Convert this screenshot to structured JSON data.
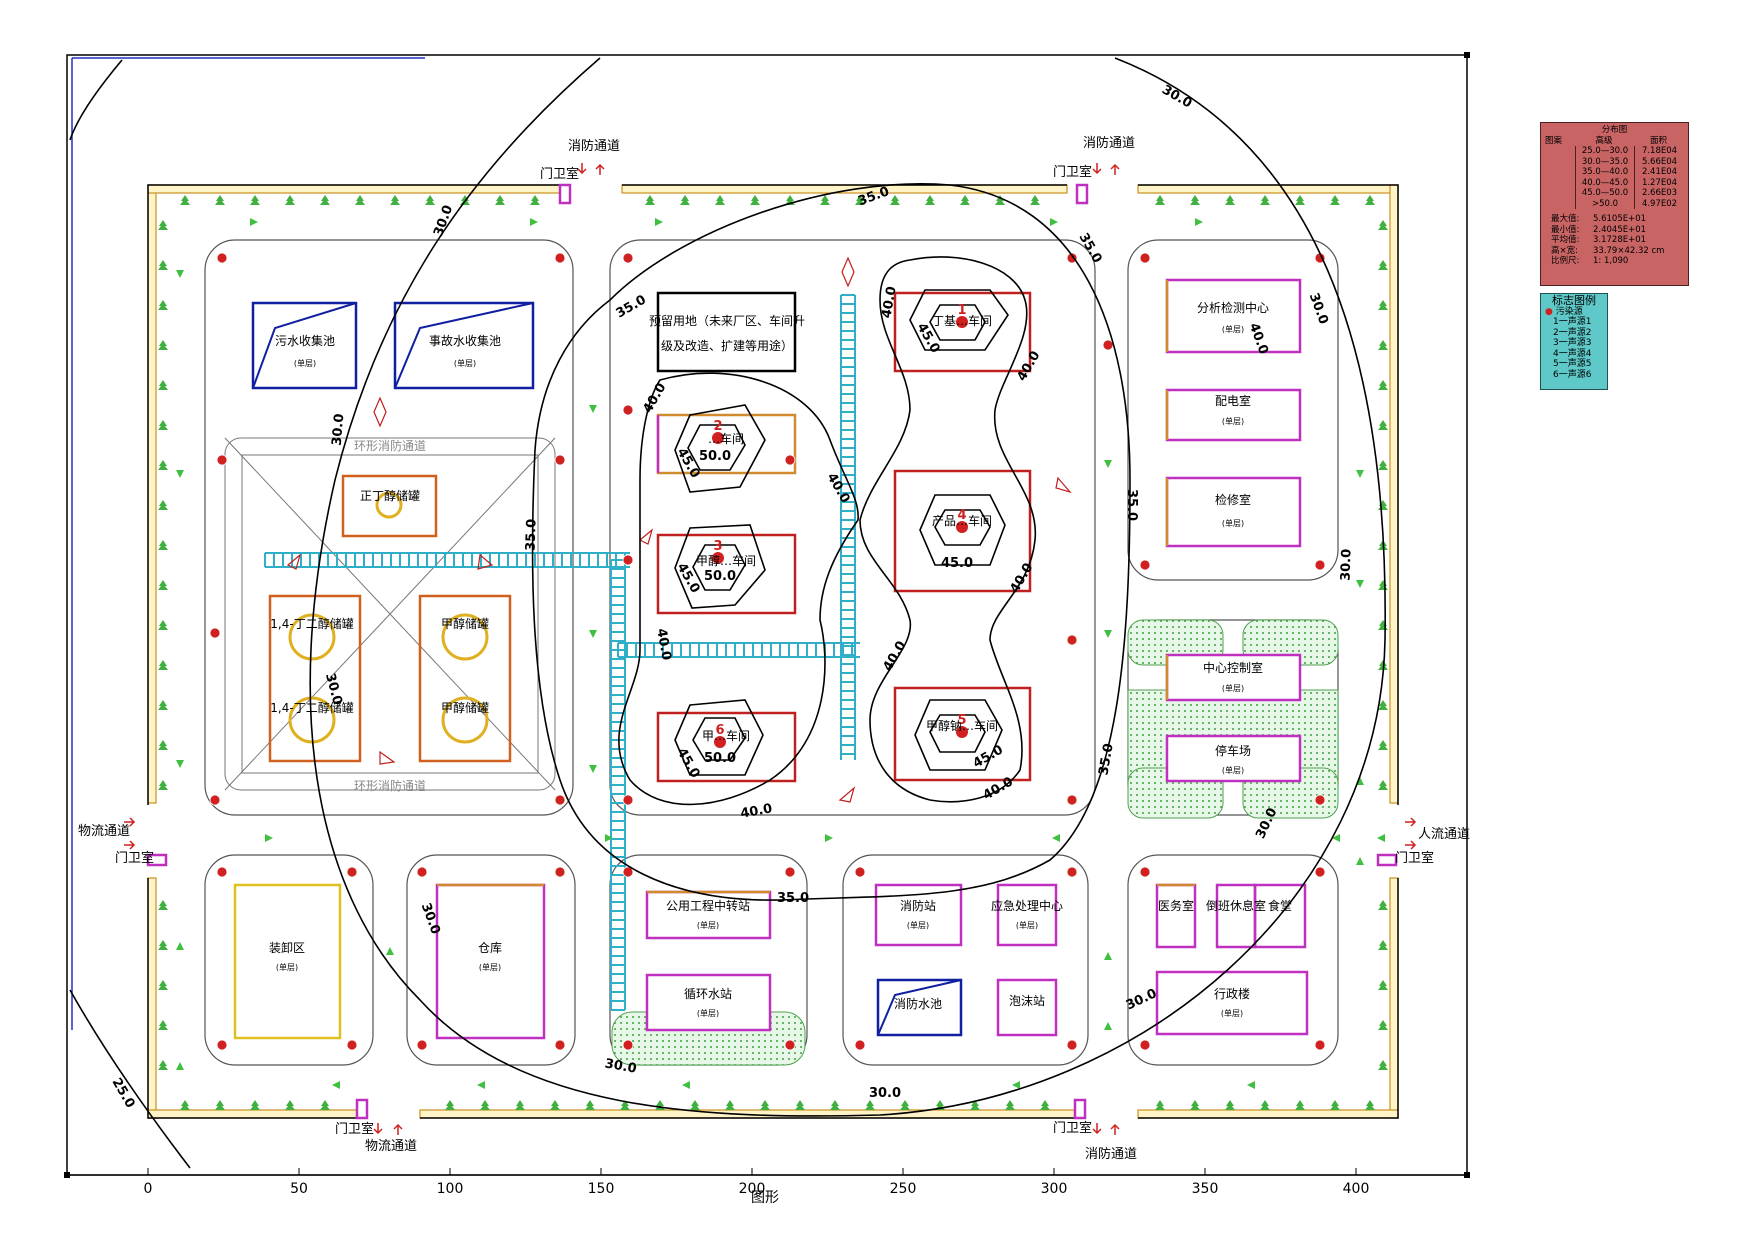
{
  "axis": {
    "x_ticks": [
      "0",
      "50",
      "100",
      "150",
      "200",
      "250",
      "300",
      "350",
      "400"
    ],
    "x_label": "图形"
  },
  "gates": {
    "fire_lane_top_left": "消防通道",
    "fire_lane_top_right": "消防通道",
    "guard_top_left": "门卫室",
    "guard_top_right": "门卫室",
    "logistics_left": "物流通道",
    "guard_left": "门卫室",
    "people_right": "人流通道",
    "guard_right": "门卫室",
    "guard_bottom_left": "门卫室",
    "logistics_bottom": "物流通道",
    "guard_bottom_right": "门卫室",
    "fire_lane_bottom_right": "消防通道"
  },
  "buildings": {
    "sewage_pool": "污水收集池",
    "accident_pool": "事故水收集池",
    "reserved_land": [
      "预留用地（未来厂区、车间升",
      "级及改造、扩建等用途）"
    ],
    "workshop_1": "丁基…车间",
    "workshop_2": "…车间",
    "workshop_3": "甲醇…车间",
    "workshop_4": "产品…车间",
    "workshop_5": "甲醇钠…车间",
    "workshop_6": "甲…车间",
    "tank_crude": "正丁醇储罐",
    "tank_butanediol_1": "1,4-丁二醇储罐",
    "tank_butanediol_2": "1,4-丁二醇储罐",
    "tank_methanol_1": "甲醇储罐",
    "tank_methanol_2": "甲醇储罐",
    "tank_area_road": "环形消防通道",
    "analysis_center": "分析检测中心",
    "power_room": "配电室",
    "repair_room": "检修室",
    "control_room": "中心控制室",
    "parking": "停车场",
    "packing_area": "装卸区",
    "warehouse": "仓库",
    "utility": "公用工程中转站",
    "circulating_water": "循环水站",
    "fire_station": "消防站",
    "emergency_center": "应急处理中心",
    "fire_pool": "消防水池",
    "foam_station": "泡沫站",
    "clinic": "医务室",
    "office": "倒班休息室",
    "canteen": "食堂",
    "admin": "行政楼",
    "subnote": "(单层)"
  },
  "contours": [
    "25.0",
    "30.0",
    "35.0",
    "40.0",
    "45.0",
    "50.0"
  ],
  "contour_labels": [
    "30.0",
    "30.0",
    "30.0",
    "30.0",
    "30.0",
    "30.0",
    "30.0",
    "30.0",
    "30.0",
    "30.0",
    "30.0",
    "25.0",
    "35.0",
    "35.0",
    "35.0",
    "35.0",
    "35.0",
    "35.0",
    "35.0",
    "40.0",
    "40.0",
    "40.0",
    "40.0",
    "40.0",
    "40.0",
    "40.0",
    "40.0",
    "40.0",
    "40.0",
    "45.0",
    "45.0",
    "45.0",
    "45.0",
    "45.0",
    "45.0",
    "50.0",
    "50.0",
    "50.0"
  ],
  "sources": [
    "1",
    "2",
    "3",
    "4",
    "5",
    "6"
  ],
  "distribution_legend": {
    "title": "分布图",
    "headers": [
      "图案",
      "高级",
      "面积"
    ],
    "rows": [
      [
        "25.0—30.0",
        "7.18E04"
      ],
      [
        "30.0—35.0",
        "5.66E04"
      ],
      [
        "35.0—40.0",
        "2.41E04"
      ],
      [
        "40.0—45.0",
        "1.27E04"
      ],
      [
        "45.0—50.0",
        "2.66E03"
      ],
      [
        ">50.0",
        "4.97E02"
      ]
    ],
    "stats": [
      [
        "最大值:",
        "5.6105E+01"
      ],
      [
        "最小值:",
        "2.4045E+01"
      ],
      [
        "平均值:",
        "3.1728E+01"
      ],
      [
        "高×宽:",
        "33.79×42.32 cm"
      ],
      [
        "比例尺:",
        "1: 1,090"
      ]
    ],
    "bg_color": "#c86464"
  },
  "source_legend": {
    "title": "标志图例",
    "subtitle": "污染源",
    "items": [
      "1一声源1",
      "2一声源2",
      "3一声源3",
      "4一声源4",
      "5一声源5",
      "6一声源6"
    ],
    "bg_color": "#5fc8c8"
  }
}
